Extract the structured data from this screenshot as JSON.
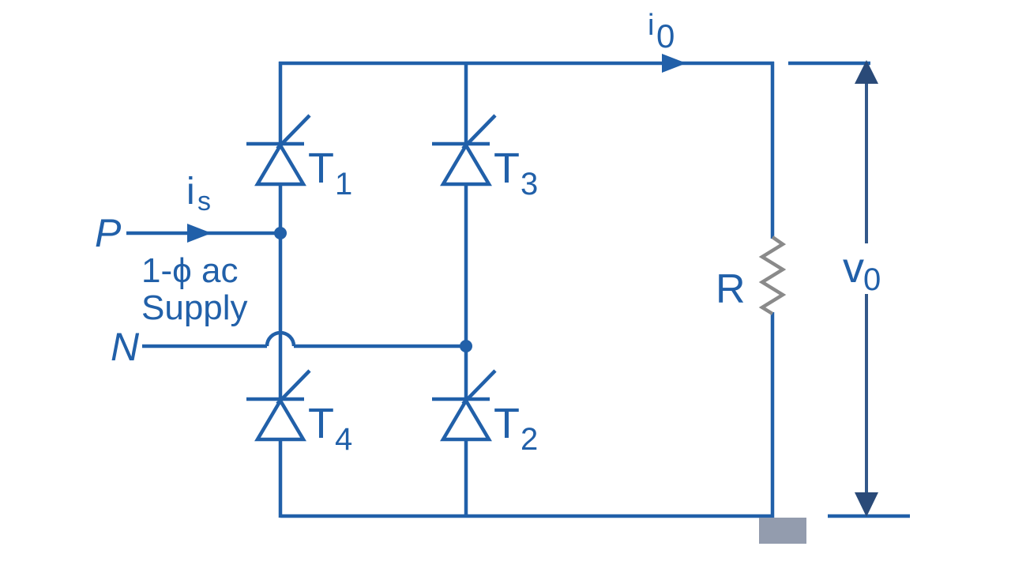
{
  "colors": {
    "wire": "#2160a9",
    "text": "#2160a9",
    "measure": "#33588a",
    "arrow": "#2a4a78",
    "resistor": "#8a8a8a",
    "pad": "#939cae",
    "background": "#ffffff"
  },
  "labels": {
    "terminal_p": "P",
    "terminal_n": "N",
    "source_current": {
      "base": "i",
      "sub": "s"
    },
    "output_current": {
      "base": "i",
      "sub": "0"
    },
    "output_voltage": {
      "base": "v",
      "sub": "0"
    },
    "supply": {
      "line1": "1-ϕ ac",
      "line2": "Supply"
    },
    "load_resistor": "R",
    "thyristors": {
      "t1": {
        "base": "T",
        "sub": "1"
      },
      "t2": {
        "base": "T",
        "sub": "2"
      },
      "t3": {
        "base": "T",
        "sub": "3"
      },
      "t4": {
        "base": "T",
        "sub": "4"
      }
    }
  }
}
